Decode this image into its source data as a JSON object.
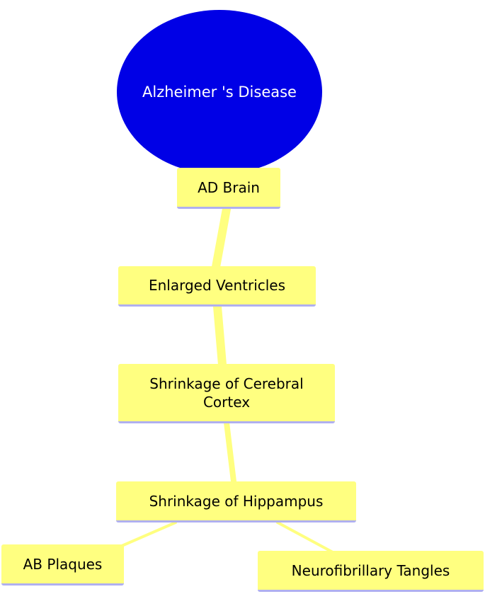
{
  "diagram": {
    "central": {
      "label": "Alzheimer 's Disease"
    },
    "nodes": {
      "ad_brain": "AD Brain",
      "enlarged_ventricles": "Enlarged Ventricles",
      "shrinkage_cerebral_cortex": "Shrinkage of Cerebral Cortex",
      "shrinkage_hippampus": "Shrinkage of Hippampus",
      "ab_plaques": "AB Plaques",
      "neurofibrillary_tangles": "Neurofibrillary Tangles"
    },
    "colors": {
      "central_fill": "#0000e6",
      "node_fill": "#ffff80",
      "node_underline": "#b0b0f0",
      "connector": "#ffff80"
    }
  }
}
